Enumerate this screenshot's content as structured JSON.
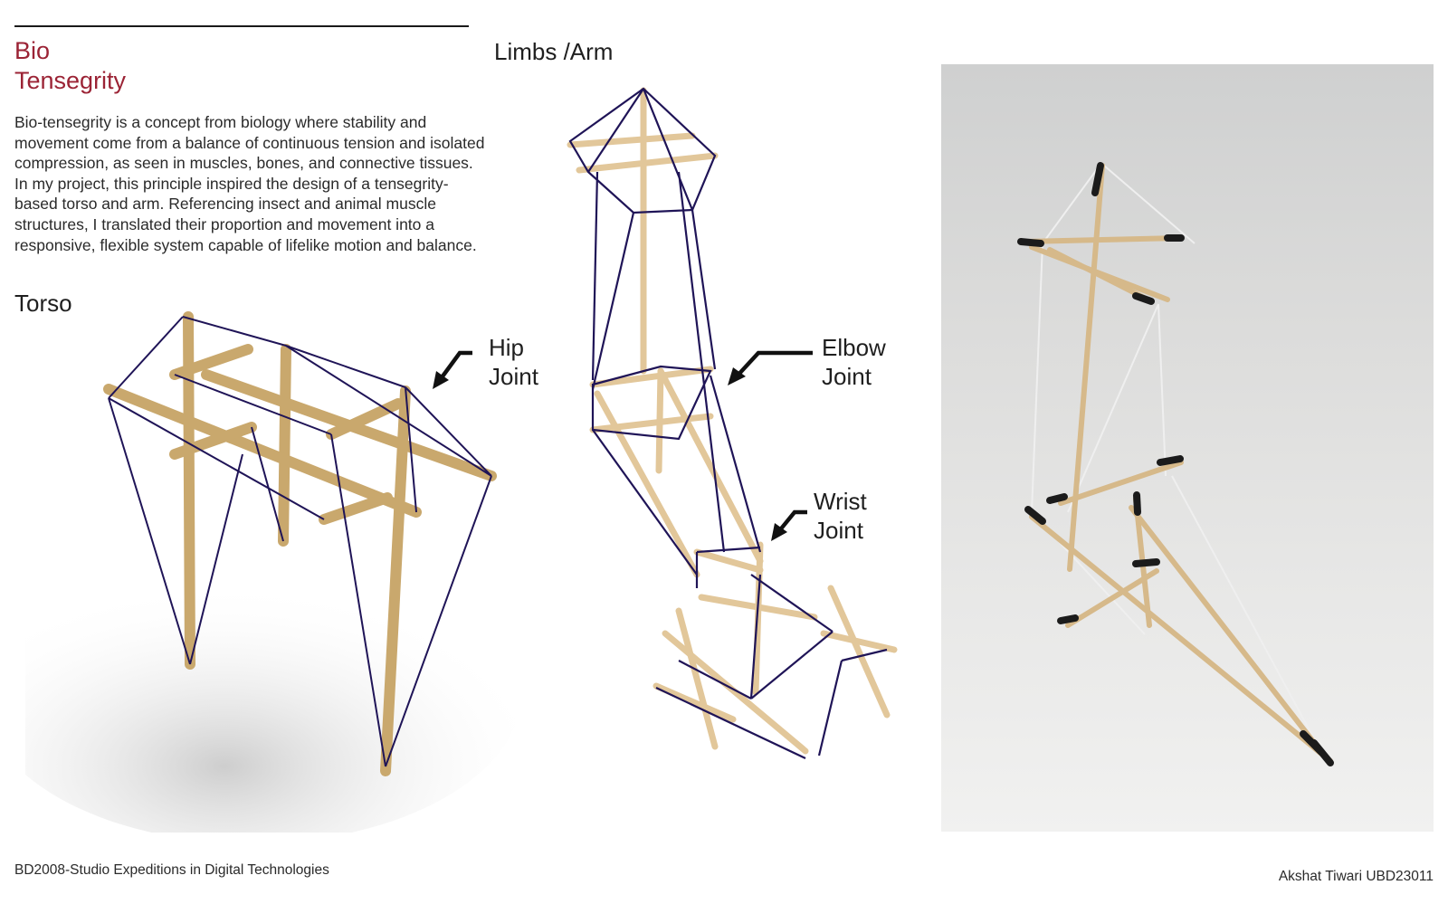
{
  "header": {
    "title_line1": "Bio",
    "title_line2": "Tensegrity",
    "description": "Bio-tensegrity is a concept from biology where stability and movement come from a balance of continuous tension and isolated compression, as seen in muscles, bones, and connective tissues. In my project, this principle inspired the design of a tensegrity-based torso and arm. Referencing insect and animal muscle structures, I translated their proportion and movement into a responsive, flexible system capable of lifelike motion and balance."
  },
  "sections": {
    "torso": "Torso",
    "limbs": "Limbs /Arm"
  },
  "callouts": {
    "hip": [
      "Hip",
      "Joint"
    ],
    "elbow": [
      "Elbow",
      "Joint"
    ],
    "wrist": [
      "Wrist",
      "Joint"
    ]
  },
  "footer": {
    "course": "BD2008-Studio Expeditions in Digital Technologies",
    "author": "Akshat Tiwari UBD23011"
  },
  "colors": {
    "accent": "#9b2335",
    "strut": "#c9a86d",
    "cable": "#1f1457"
  }
}
